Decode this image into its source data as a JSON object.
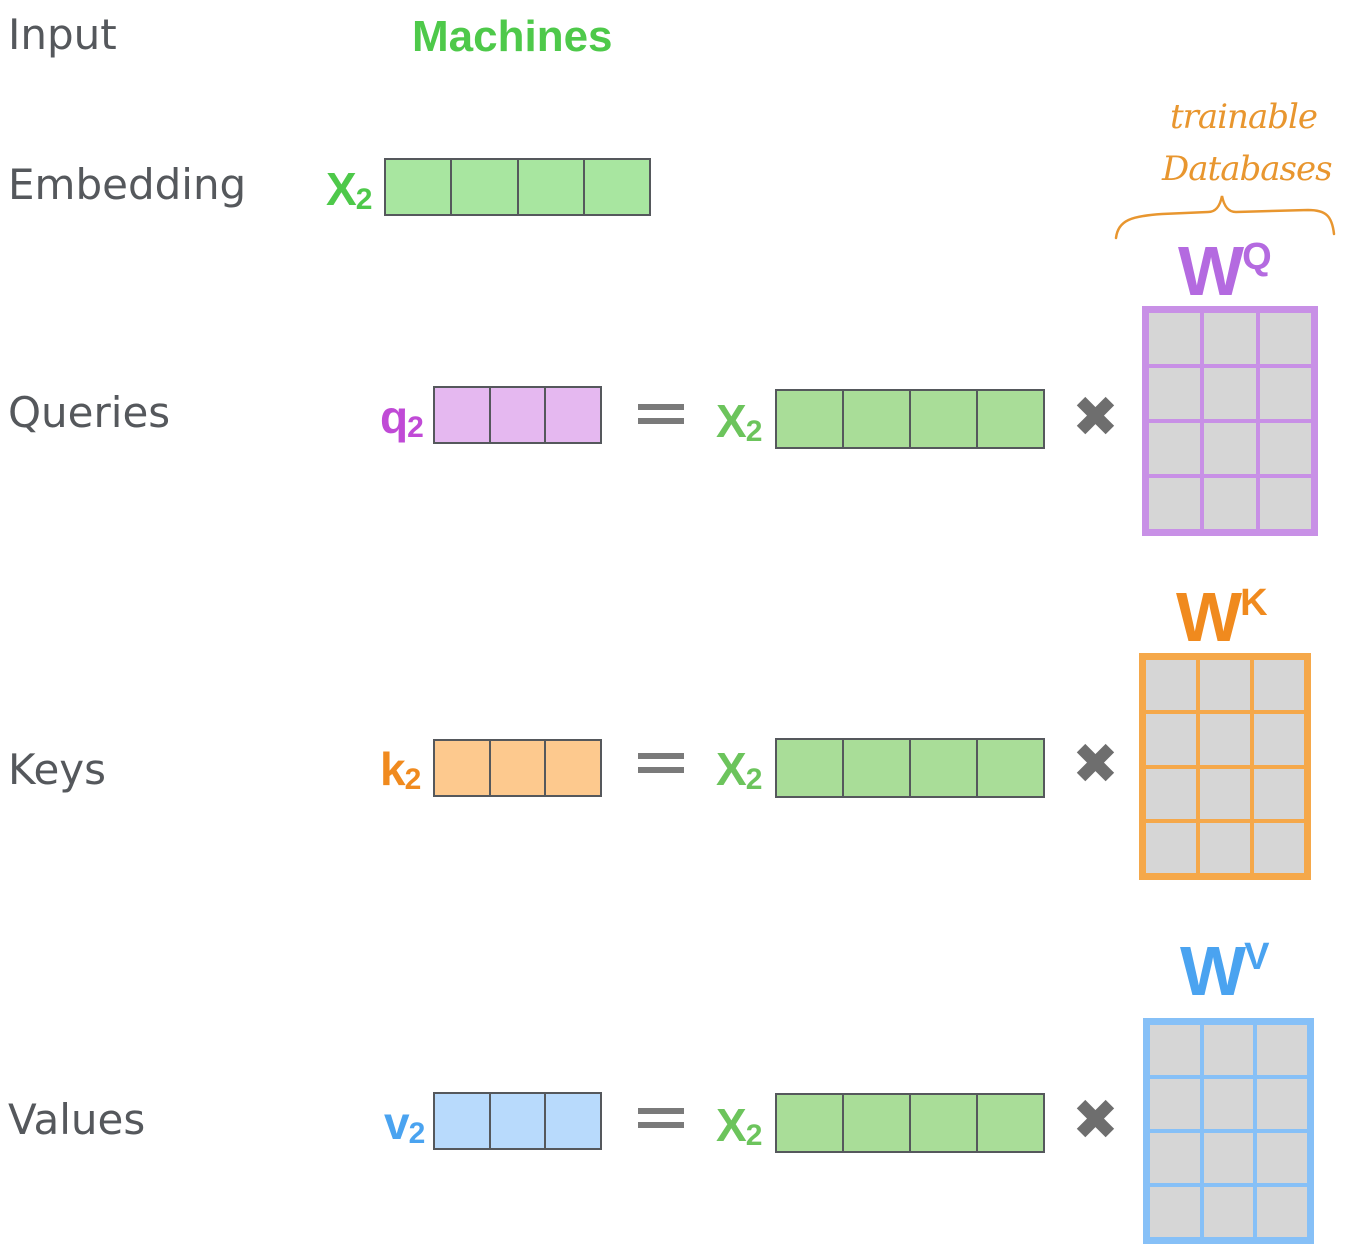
{
  "rows": {
    "input": "Input",
    "embedding": "Embedding",
    "queries": "Queries",
    "keys": "Keys",
    "values": "Values"
  },
  "input_word": "Machines",
  "vectors": {
    "x": {
      "symbol": "X",
      "sub": "2",
      "color": "#4ec94a",
      "fill": "#a8e6a0",
      "fill_alt": "#a9dd98"
    },
    "q": {
      "symbol": "q",
      "sub": "2",
      "color": "#c04ad6",
      "fill": "#e5b8f0"
    },
    "k": {
      "symbol": "k",
      "sub": "2",
      "color": "#f08a1e",
      "fill": "#fdc98e"
    },
    "v": {
      "symbol": "v",
      "sub": "2",
      "color": "#4aa3f0",
      "fill": "#b8dafc"
    }
  },
  "weights": {
    "q": {
      "symbol": "W",
      "sup": "Q",
      "color": "#b46ae0",
      "border": "#c890e6"
    },
    "k": {
      "symbol": "W",
      "sup": "K",
      "color": "#f08a1e",
      "border": "#f5a84a"
    },
    "v": {
      "symbol": "W",
      "sup": "V",
      "color": "#4aa3f0",
      "border": "#86c0f7"
    }
  },
  "operators": {
    "equals": "=",
    "times": "✖"
  },
  "annotation": {
    "line1": "trainable",
    "line2": "Databases",
    "color": "#e8962f"
  }
}
